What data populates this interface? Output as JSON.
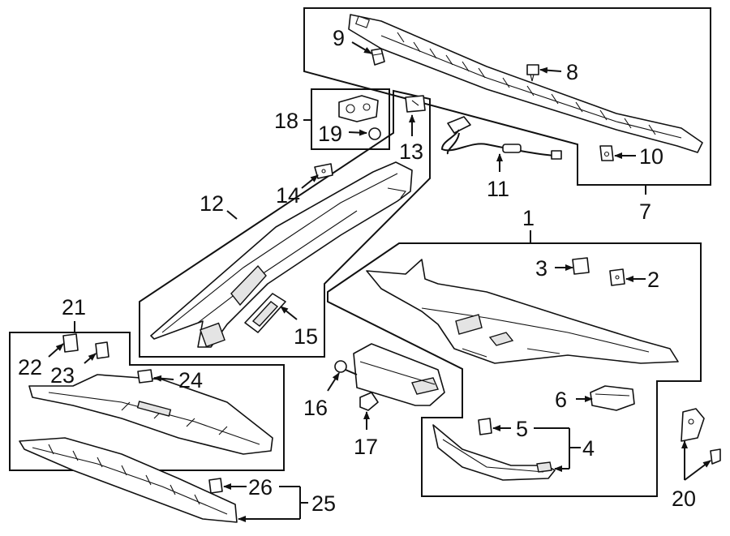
{
  "diagram": {
    "callouts": {
      "c1": "1",
      "c2": "2",
      "c3": "3",
      "c4": "4",
      "c5": "5",
      "c6": "6",
      "c7": "7",
      "c8": "8",
      "c9": "9",
      "c10": "10",
      "c11": "11",
      "c12": "12",
      "c13": "13",
      "c14": "14",
      "c15": "15",
      "c16": "16",
      "c17": "17",
      "c18": "18",
      "c19": "19",
      "c20": "20",
      "c21": "21",
      "c22": "22",
      "c23": "23",
      "c24": "24",
      "c25": "25",
      "c26": "26"
    },
    "colors": {
      "line": "#111111",
      "background": "#ffffff",
      "shade": "#e4e4e4"
    }
  }
}
